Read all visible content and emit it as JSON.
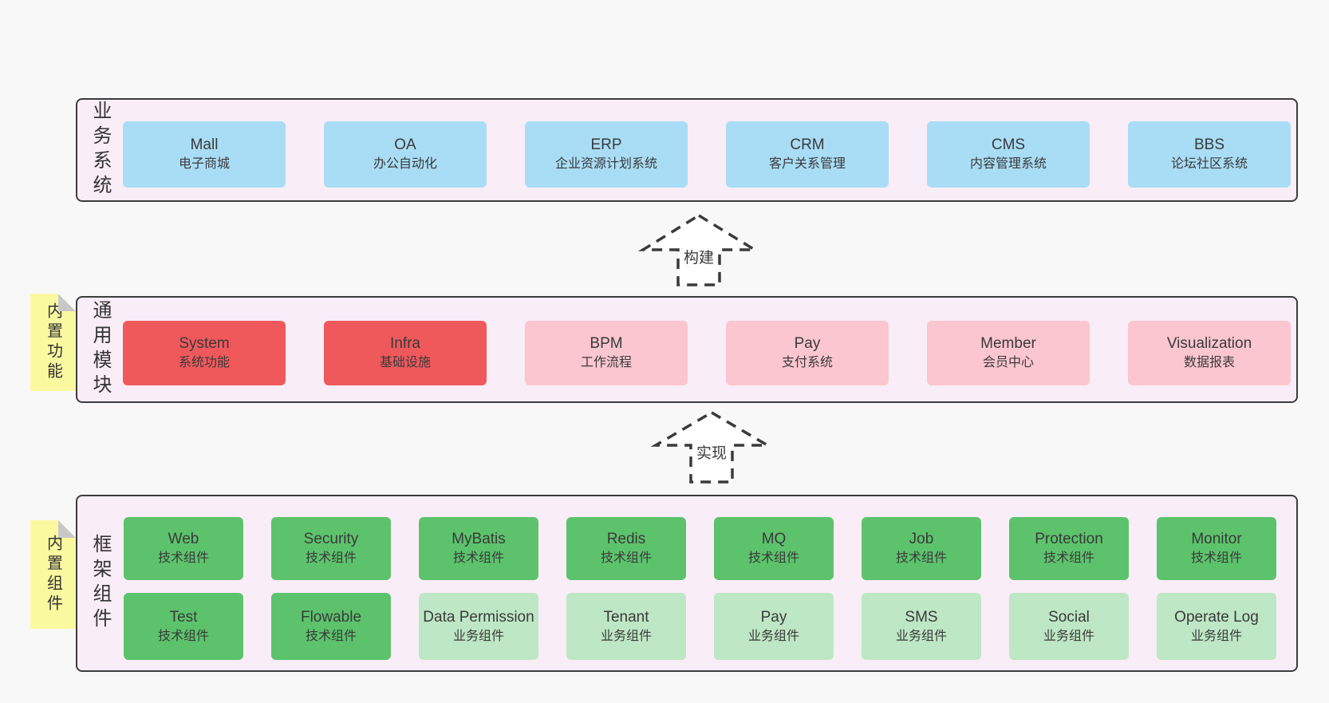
{
  "colors": {
    "page_bg": "#f8f8f8",
    "panel_bg": "#f9edf7",
    "panel_border": "#3c3c3c",
    "text_ink": "#3a3a3a",
    "business_blue": "#a9ddf6",
    "core_red": "#f0595c",
    "module_pink": "#fbc6cf",
    "tech_green": "#5cc36c",
    "biz_green": "#bee7c5",
    "sticky_yellow": "#faf9a0",
    "sticky_fold_gray": "#c8c8c8",
    "arrow_fill": "#ffffff"
  },
  "arrows": [
    {
      "label": "构建"
    },
    {
      "label": "实现"
    }
  ],
  "panels": [
    {
      "side_label": "业务系统",
      "boxes": [
        {
          "name": "Mall",
          "subtitle": "电子商城"
        },
        {
          "name": "OA",
          "subtitle": "办公自动化"
        },
        {
          "name": "ERP",
          "subtitle": "企业资源计划系统"
        },
        {
          "name": "CRM",
          "subtitle": "客户关系管理"
        },
        {
          "name": "CMS",
          "subtitle": "内容管理系统"
        },
        {
          "name": "BBS",
          "subtitle": "论坛社区系统"
        }
      ]
    },
    {
      "side_label": "通用模块",
      "sticky_label": "内置功能",
      "boxes": [
        {
          "name": "System",
          "subtitle": "系统功能"
        },
        {
          "name": "Infra",
          "subtitle": "基础设施"
        },
        {
          "name": "BPM",
          "subtitle": "工作流程"
        },
        {
          "name": "Pay",
          "subtitle": "支付系统"
        },
        {
          "name": "Member",
          "subtitle": "会员中心"
        },
        {
          "name": "Visualization",
          "subtitle": "数据报表"
        }
      ]
    },
    {
      "side_label": "框架组件",
      "sticky_label": "内置组件",
      "boxes": [
        {
          "name": "Web",
          "subtitle": "技术组件"
        },
        {
          "name": "Security",
          "subtitle": "技术组件"
        },
        {
          "name": "MyBatis",
          "subtitle": "技术组件"
        },
        {
          "name": "Redis",
          "subtitle": "技术组件"
        },
        {
          "name": "MQ",
          "subtitle": "技术组件"
        },
        {
          "name": "Job",
          "subtitle": "技术组件"
        },
        {
          "name": "Protection",
          "subtitle": "技术组件"
        },
        {
          "name": "Monitor",
          "subtitle": "技术组件"
        },
        {
          "name": "Test",
          "subtitle": "技术组件"
        },
        {
          "name": "Flowable",
          "subtitle": "技术组件"
        },
        {
          "name": "Data Permission",
          "subtitle": "业务组件"
        },
        {
          "name": "Tenant",
          "subtitle": "业务组件"
        },
        {
          "name": "Pay",
          "subtitle": "业务组件"
        },
        {
          "name": "SMS",
          "subtitle": "业务组件"
        },
        {
          "name": "Social",
          "subtitle": "业务组件"
        },
        {
          "name": "Operate Log",
          "subtitle": "业务组件"
        }
      ]
    }
  ]
}
